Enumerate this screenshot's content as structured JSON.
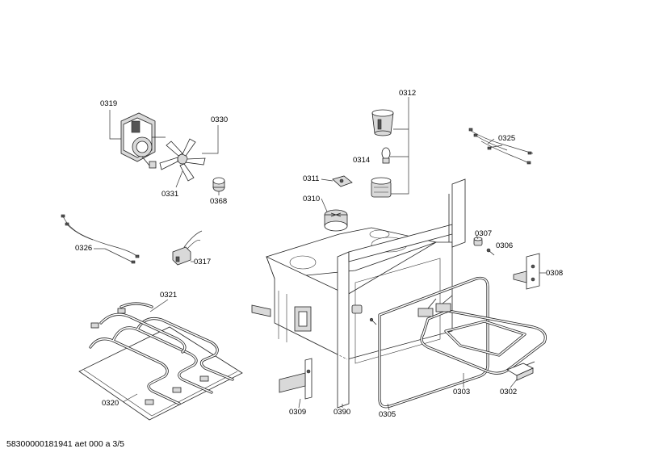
{
  "diagram": {
    "parts": [
      {
        "id": "p0319",
        "number": "0319"
      },
      {
        "id": "p0330",
        "number": "0330"
      },
      {
        "id": "p0331",
        "number": "0331"
      },
      {
        "id": "p0368",
        "number": "0368"
      },
      {
        "id": "p0312",
        "number": "0312"
      },
      {
        "id": "p0314",
        "number": "0314"
      },
      {
        "id": "p0311",
        "number": "0311"
      },
      {
        "id": "p0310",
        "number": "0310"
      },
      {
        "id": "p0325",
        "number": "0325"
      },
      {
        "id": "p0326",
        "number": "0326"
      },
      {
        "id": "p0317",
        "number": "0317"
      },
      {
        "id": "p0307",
        "number": "0307"
      },
      {
        "id": "p0306",
        "number": "0306"
      },
      {
        "id": "p0308",
        "number": "0308"
      },
      {
        "id": "p0321",
        "number": "0321"
      },
      {
        "id": "p0320",
        "number": "0320"
      },
      {
        "id": "p0309",
        "number": "0309"
      },
      {
        "id": "p0390",
        "number": "0390"
      },
      {
        "id": "p0305",
        "number": "0305"
      },
      {
        "id": "p0303",
        "number": "0303"
      },
      {
        "id": "p0302",
        "number": "0302"
      }
    ]
  },
  "footer": {
    "text": "58300000181941 aet 000 a 3/5"
  }
}
